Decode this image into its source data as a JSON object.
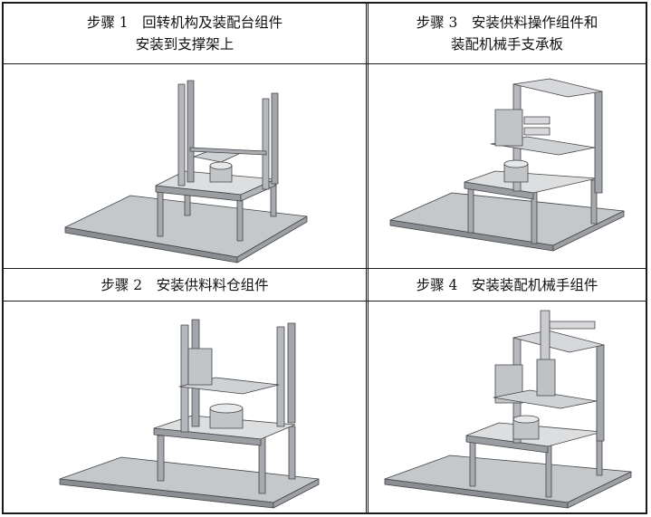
{
  "steps": [
    {
      "line1": "步骤 1　回转机构及装配台组件",
      "line2": "安装到支撑架上"
    },
    {
      "line1": "步骤 3　安装供料操作组件和",
      "line2": "装配机械手支承板"
    },
    {
      "line1": "步骤 2　安装供料料仓组件",
      "line2": ""
    },
    {
      "line1": "步骤 4　安装装配机械手组件",
      "line2": ""
    }
  ],
  "colors": {
    "border": "#1a1a1a",
    "metal": "#b9bcc0",
    "metal_dark": "#6f7378",
    "metal_light": "#e2e4e6"
  }
}
